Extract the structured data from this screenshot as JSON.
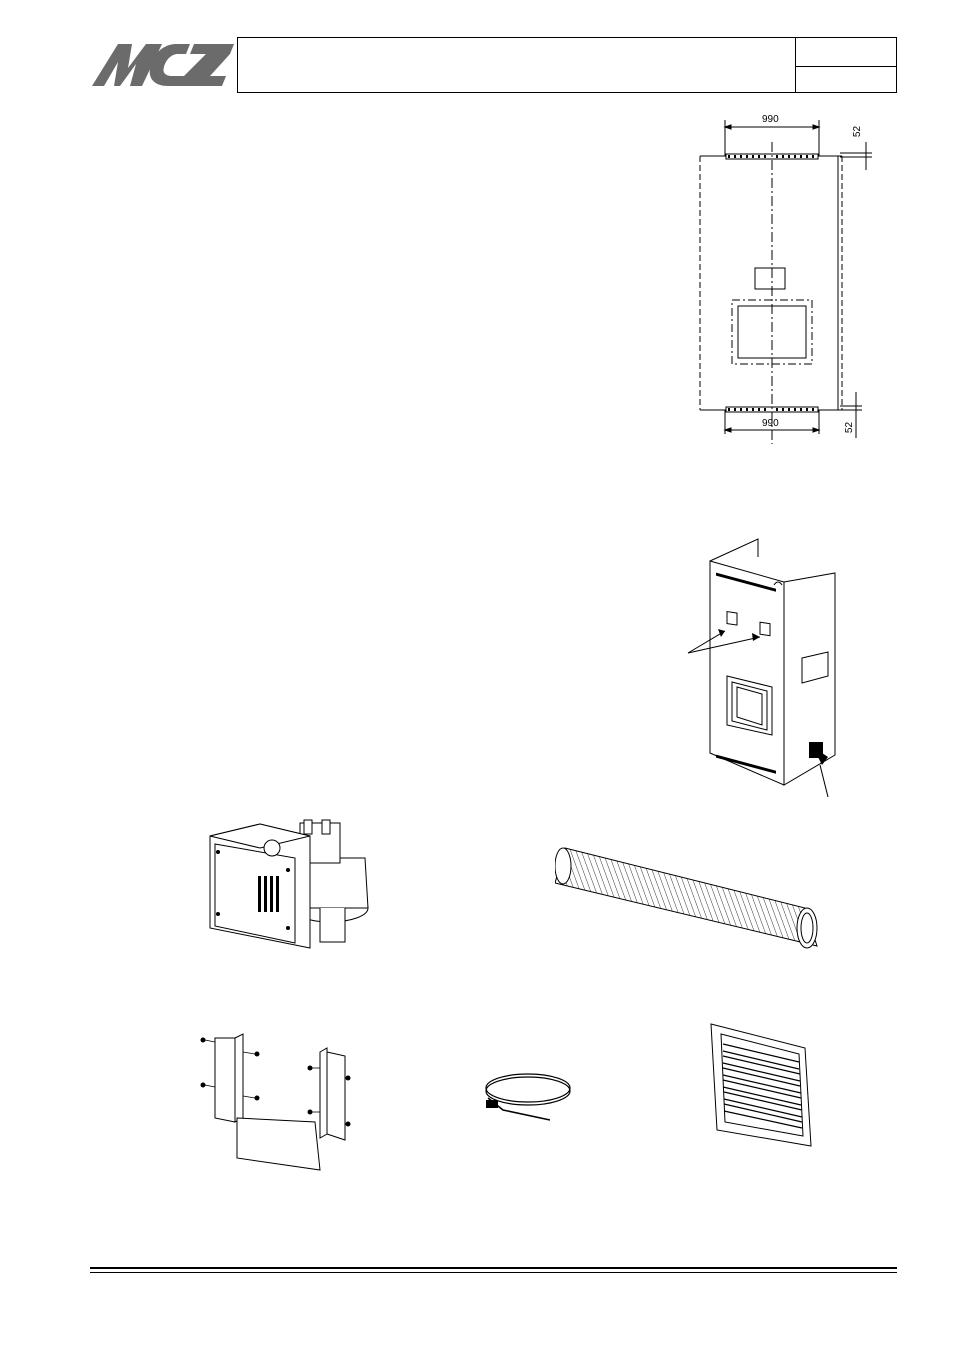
{
  "header": {
    "logo_text": "MCZ",
    "title": "",
    "page_code": "",
    "page_number": ""
  },
  "drawing_front": {
    "dim_top_width": "990",
    "dim_top_offset": "52",
    "dim_bottom_width": "990",
    "dim_bottom_offset": "52"
  },
  "icons": {
    "logo": "mcz-logo",
    "fan_unit": "fan-unit-icon",
    "flex_hose": "flexible-hose-icon",
    "brackets": "mounting-brackets-icon",
    "clamp": "hose-clamp-icon",
    "grille": "vent-grille-icon"
  },
  "colors": {
    "line": "#000000",
    "background": "#ffffff"
  }
}
